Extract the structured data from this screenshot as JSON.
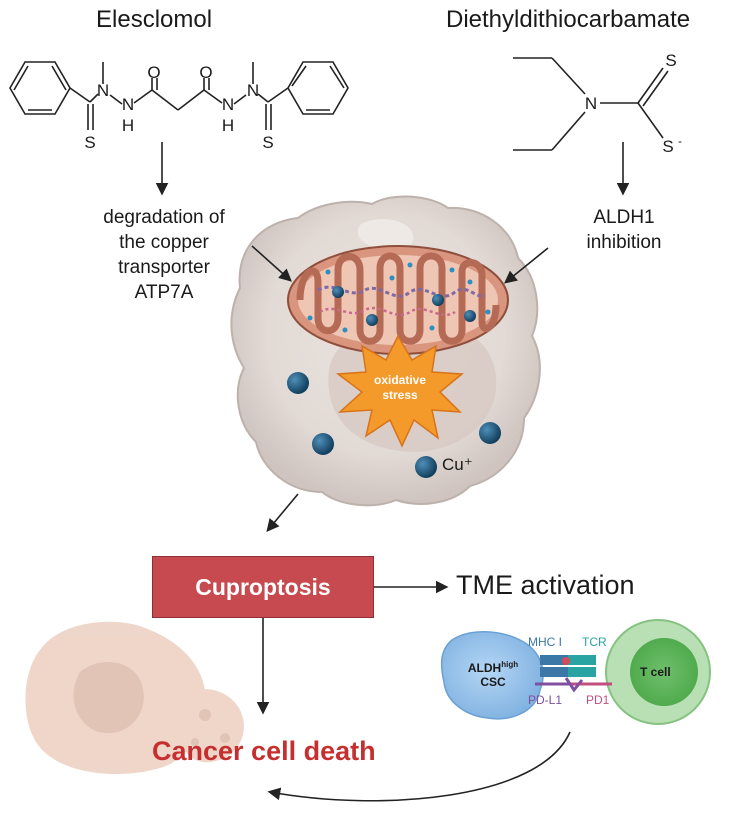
{
  "compounds": {
    "left_name": "Elesclomol",
    "right_name": "Diethyldithiocarbamate"
  },
  "structure_atoms": {
    "left_n1": "N",
    "left_n2": "N",
    "left_h1": "H",
    "left_s": "S",
    "o1": "O",
    "o2": "O",
    "right_n1": "N",
    "right_n2": "N",
    "right_h2": "H",
    "right_s": "S",
    "dtc_n": "N",
    "dtc_s": "S",
    "dtc_s_minus": "S"
  },
  "annotations": {
    "left_effect": [
      "degradation of",
      "the copper",
      "transporter",
      "ATP7A"
    ],
    "right_effect": [
      "ALDH1",
      "inhibition"
    ]
  },
  "cell": {
    "oxidative_stress_label": [
      "oxidative",
      "stress"
    ],
    "copper_ion_label": "Cu⁺"
  },
  "outcomes": {
    "cuproptosis": "Cuproptosis",
    "tme_activation": "TME activation",
    "cancer_cell_death": "Cancer cell death"
  },
  "immune_synapse": {
    "csc_label_main": "ALDH",
    "csc_label_sup": "high",
    "csc_label_sub": "CSC",
    "mhc_label": "MHC I",
    "tcr_label": "TCR",
    "pdl1_label": "PD-L1",
    "pd1_label": "PD1",
    "tcell_label": "T cell"
  },
  "colors": {
    "cuproptosis_box": "#c64a4f",
    "death_text": "#c62f2f",
    "copper_ion": "#1d5d86",
    "mitochondrion": "#d9957e",
    "starburst": "#f39a2b",
    "csc_cell": "#8fbde8",
    "t_cell": "#8fcf8a"
  }
}
